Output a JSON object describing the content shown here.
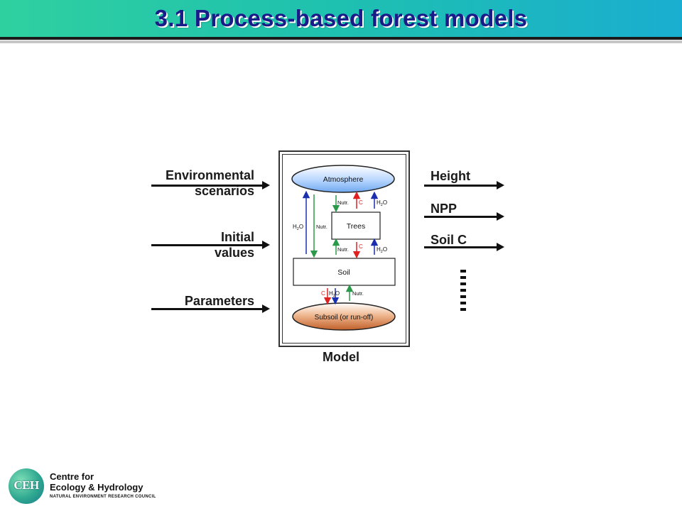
{
  "slide": {
    "title": "3.1 Process-based forest models"
  },
  "inputs": [
    {
      "line1": "Environmental",
      "line2": "scenarios"
    },
    {
      "line1": "Initial",
      "line2": "values"
    },
    {
      "line1": "Parameters"
    }
  ],
  "outputs": [
    {
      "label": "Height"
    },
    {
      "label": "NPP"
    },
    {
      "label": "Soil C"
    }
  ],
  "model": {
    "caption": "Model",
    "atmosphere": "Atmosphere",
    "trees": "Trees",
    "soil": "Soil",
    "subsoil": "Subsoil (or run-off)",
    "flux_labels": {
      "nutr": "Nutr.",
      "c": "C",
      "h": "H",
      "sub2": "2",
      "o": "O"
    }
  },
  "logo": {
    "abbr": "CEH",
    "line1": "Centre for",
    "line2": "Ecology & Hydrology",
    "line3": "NATURAL ENVIRONMENT RESEARCH COUNCIL"
  },
  "colors": {
    "title_text": "#1a1a88",
    "title_bar_start": "#2fd0a0",
    "title_bar_end": "#1aaed0",
    "atmosphere_fill": "#8fc0ff",
    "subsoil_fill": "#d0723e",
    "carbon_arrow": "#e02020",
    "water_arrow": "#1a2fb0",
    "nutrient_arrow": "#2a9a4a"
  }
}
